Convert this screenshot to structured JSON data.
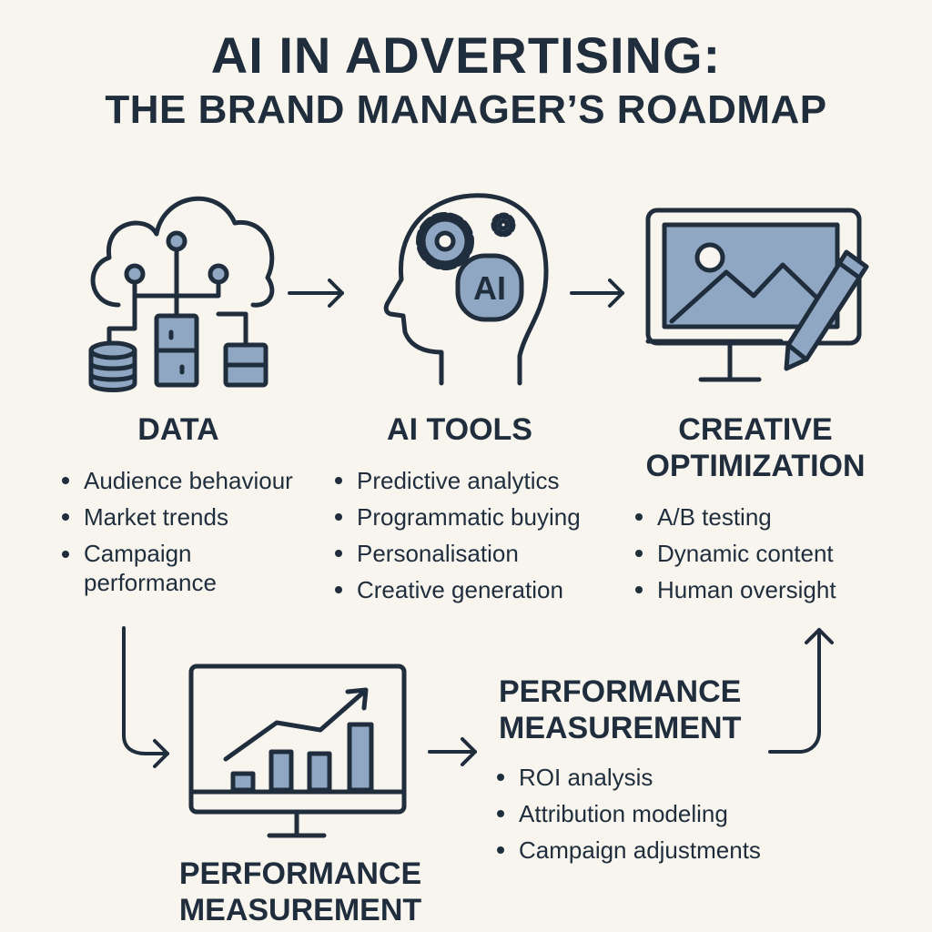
{
  "title": {
    "line1": "AI IN ADVERTISING:",
    "line2": "THE BRAND MANAGER’S ROADMAP"
  },
  "steps": {
    "data": {
      "heading": "DATA",
      "icon": "cloud-database-icon",
      "items": [
        "Audience behaviour",
        "Market trends",
        "Campaign performance"
      ]
    },
    "ai_tools": {
      "heading": "AI TOOLS",
      "icon": "ai-head-gears-icon",
      "ai_label": "AI",
      "items": [
        "Predictive analytics",
        "Programmatic buying",
        "Personalisation",
        "Creative generation"
      ]
    },
    "creative": {
      "heading_line1": "CREATIVE",
      "heading_line2": "OPTIMIZATION",
      "icon": "monitor-pencil-icon",
      "items": [
        "A/B testing",
        "Dynamic content",
        "Human oversight"
      ]
    },
    "measurement": {
      "heading_line1": "PERFORMANCE",
      "heading_line2": "MEASUREMENT",
      "items": [
        "ROI analysis",
        "Attribution modeling",
        "Campaign adjustments"
      ]
    },
    "monitor_caption": {
      "line1": "PERFORMANCE",
      "line2": "MEASUREMENT",
      "icon": "monitor-bar-chart-icon"
    }
  },
  "colors": {
    "ink": "#1f2d3d",
    "accent": "#8fa7c2",
    "background": "#f8f5ee"
  }
}
